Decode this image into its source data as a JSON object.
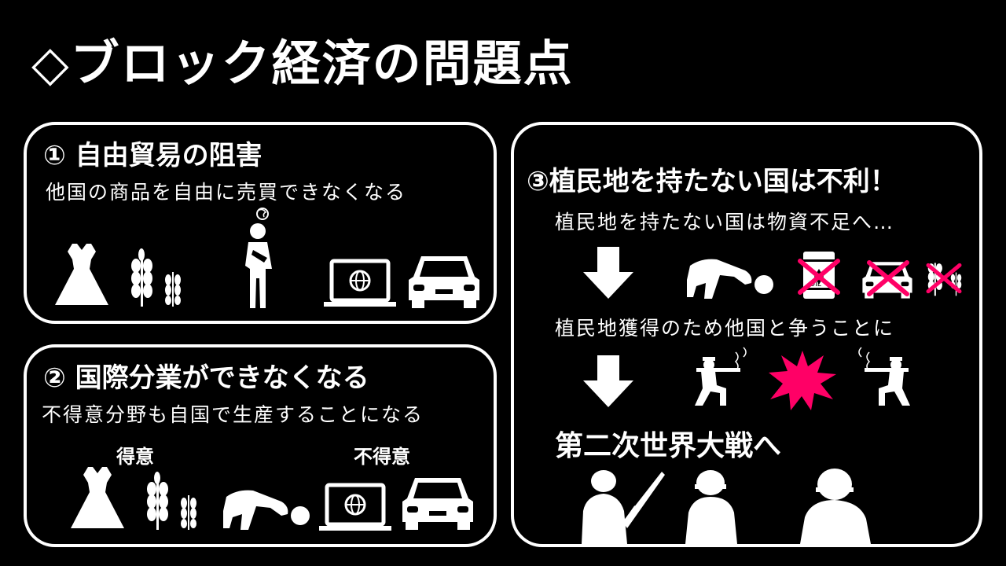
{
  "title": "◇ブロック経済の問題点",
  "panel1": {
    "heading": "① 自由貿易の阻害",
    "caption": "他国の商品を自由に売買できなくなる"
  },
  "panel2": {
    "heading": "② 国際分業ができなくなる",
    "caption": "不得意分野も自国で生産することになる",
    "label_good": "得意",
    "label_bad": "不得意"
  },
  "panel3": {
    "heading": "③植民地を持たない国は不利！",
    "caption1": "植民地を持たない国は物資不足へ…",
    "caption2": "植民地獲得のため他国と争うことに",
    "result": "第二次世界大戦へ",
    "oil_label": "OIL"
  },
  "colors": {
    "background": "#000000",
    "foreground": "#ffffff",
    "accent": "#ff0066"
  },
  "icons": [
    "dress-icon",
    "wheat-icon",
    "confused-person-icon",
    "laptop-globe-icon",
    "car-icon",
    "kneeling-person-icon",
    "oil-drum-icon",
    "cross-mark-icon",
    "down-arrow-icon",
    "soldier-aiming-icon",
    "explosion-icon",
    "soldiers-silhouette-icon"
  ]
}
